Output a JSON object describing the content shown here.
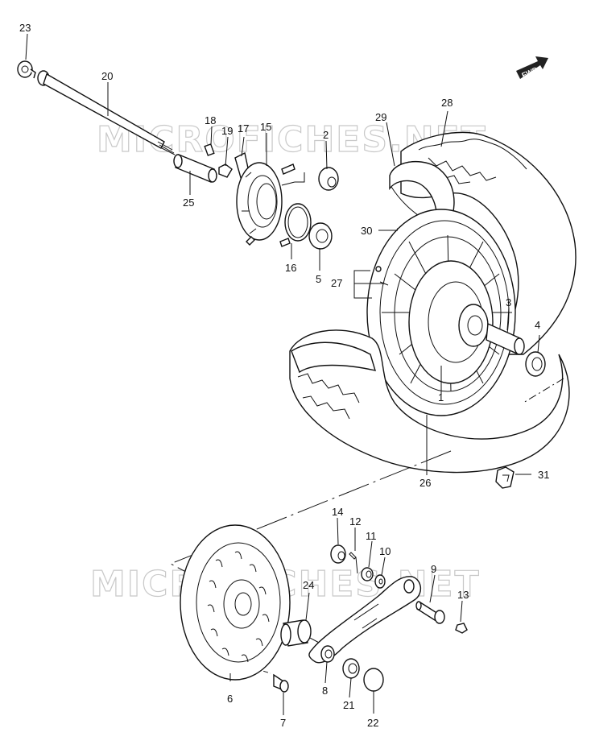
{
  "diagram": {
    "fwd_label": "FWD",
    "watermarks": [
      "MICROFICHES.NET",
      "MICROFICHES.NET"
    ],
    "callouts": {
      "p1": "1",
      "p2": "2",
      "p3": "3",
      "p4": "4",
      "p5": "5",
      "p6": "6",
      "p7": "7",
      "p8": "8",
      "p9": "9",
      "p10": "10",
      "p11": "11",
      "p12": "12",
      "p13": "13",
      "p14": "14",
      "p15": "15",
      "p16": "16",
      "p17": "17",
      "p18": "18",
      "p19": "19",
      "p20": "20",
      "p21": "21",
      "p22": "22",
      "p23": "23",
      "p24": "24",
      "p25": "25",
      "p26": "26",
      "p27": "27",
      "p28": "28",
      "p29": "29",
      "p30": "30",
      "p31": "31"
    }
  }
}
